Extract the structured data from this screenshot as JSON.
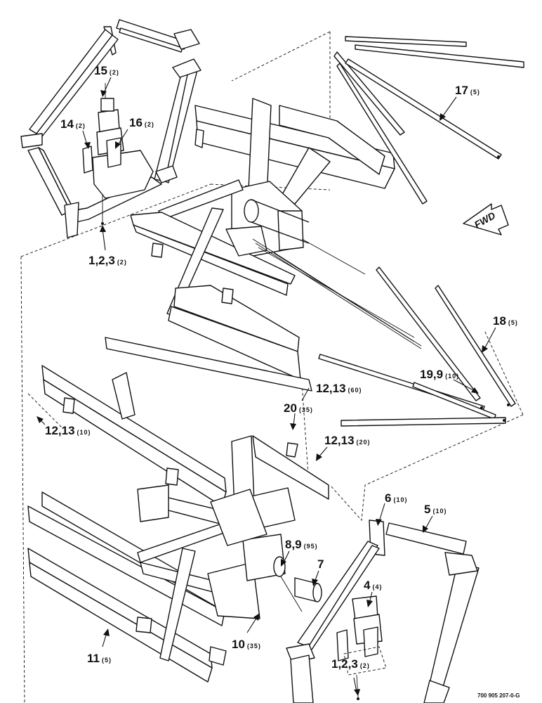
{
  "figure_id": "700 905 207-0-G",
  "direction_label": "FWD",
  "callouts": [
    {
      "id": "c15",
      "part": "15",
      "qty": "(2)"
    },
    {
      "id": "c14",
      "part": "14",
      "qty": "(2)"
    },
    {
      "id": "c16",
      "part": "16",
      "qty": "(2)"
    },
    {
      "id": "c123top",
      "part": "1,2,3",
      "qty": "(2)"
    },
    {
      "id": "c17",
      "part": "17",
      "qty": "(5)"
    },
    {
      "id": "c18",
      "part": "18",
      "qty": "(5)"
    },
    {
      "id": "c199",
      "part": "19,9",
      "qty": "(10)"
    },
    {
      "id": "c1213a",
      "part": "12,13",
      "qty": "(60)"
    },
    {
      "id": "c20",
      "part": "20",
      "qty": "(35)"
    },
    {
      "id": "c1213b",
      "part": "12,13",
      "qty": "(20)"
    },
    {
      "id": "c1213c",
      "part": "12,13",
      "qty": "(10)"
    },
    {
      "id": "c6",
      "part": "6",
      "qty": "(10)"
    },
    {
      "id": "c5",
      "part": "5",
      "qty": "(10)"
    },
    {
      "id": "c89",
      "part": "8,9",
      "qty": "(95)"
    },
    {
      "id": "c7",
      "part": "7",
      "qty": ""
    },
    {
      "id": "c4",
      "part": "4",
      "qty": "(4)"
    },
    {
      "id": "c10",
      "part": "10",
      "qty": "(35)"
    },
    {
      "id": "c11",
      "part": "11",
      "qty": "(5)"
    },
    {
      "id": "c123bot",
      "part": "1,2,3",
      "qty": "(2)"
    }
  ]
}
